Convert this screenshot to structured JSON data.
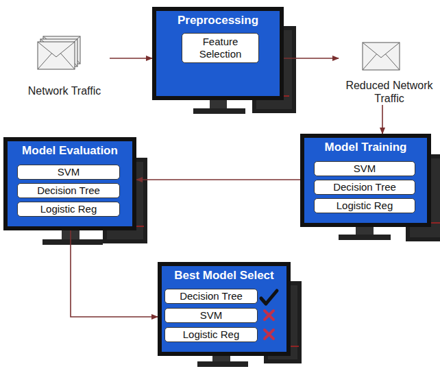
{
  "diagram": {
    "nodes": [
      {
        "text": [
          "Network Traffic"
        ]
      },
      {
        "text": [
          "Preprocessing"
        ]
      },
      {
        "text": [
          "Feature Selection"
        ],
        "in": 1
      },
      {
        "text": [
          "Reduced Network Traffic"
        ]
      },
      {
        "text": [
          "Model Evaluation"
        ]
      },
      {
        "text": [
          "SVM"
        ],
        "in": 4
      },
      {
        "text": [
          "Decision Tree"
        ],
        "in": 4
      },
      {
        "text": [
          "Logistic Reg"
        ],
        "in": 4
      },
      {
        "text": [
          "Model Training"
        ]
      },
      {
        "text": [
          "SVM"
        ],
        "in": 8
      },
      {
        "text": [
          "Decision Tree"
        ],
        "in": 8
      },
      {
        "text": [
          "Logistic Reg"
        ],
        "in": 8
      },
      {
        "text": [
          "Best Model Select"
        ]
      },
      {
        "text": [
          "Decision Tree"
        ],
        "in": 12
      },
      {
        "text": [
          "SVM"
        ],
        "in": 12
      },
      {
        "text": [
          "Logistic Reg"
        ],
        "in": 12
      }
    ],
    "edges": [
      {
        "from": 0,
        "to": 1,
        "arrow": "to"
      },
      {
        "from": 1,
        "to": 3,
        "arrow": "to"
      },
      {
        "from": 3,
        "to": 8,
        "arrow": "to"
      },
      {
        "from": 8,
        "to": 4,
        "arrow": "to"
      },
      {
        "from": 4,
        "to": 12,
        "arrow": "to"
      }
    ]
  }
}
